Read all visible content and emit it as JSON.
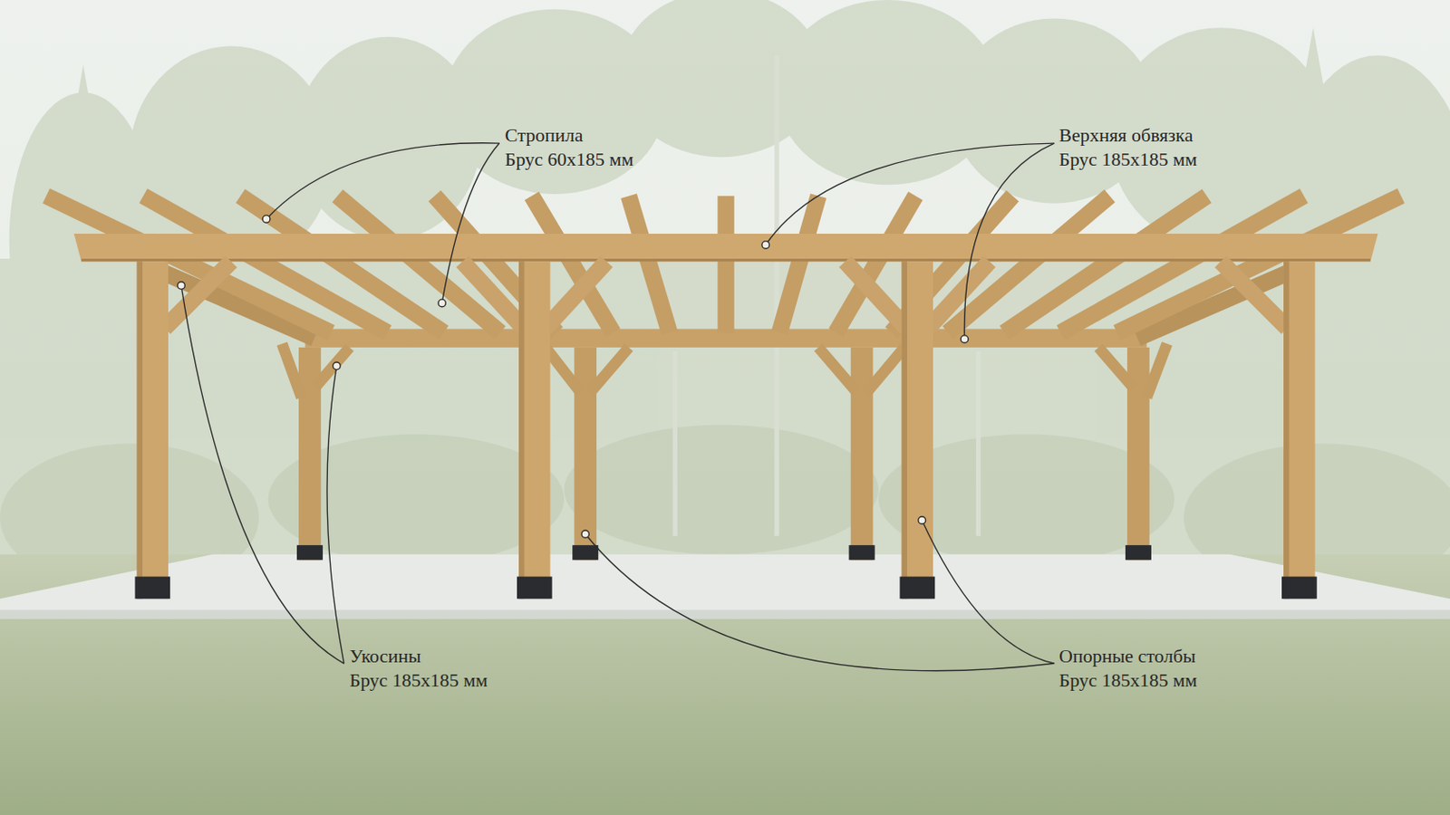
{
  "diagram": {
    "labels": [
      "Стропила",
      "Брус 60х185 мм",
      "Верхняя обвязка",
      "Брус 185х185 мм",
      "Укосины",
      "Брус 185х185 мм",
      "Опорные столбы",
      "Брус 185х185 мм"
    ]
  }
}
